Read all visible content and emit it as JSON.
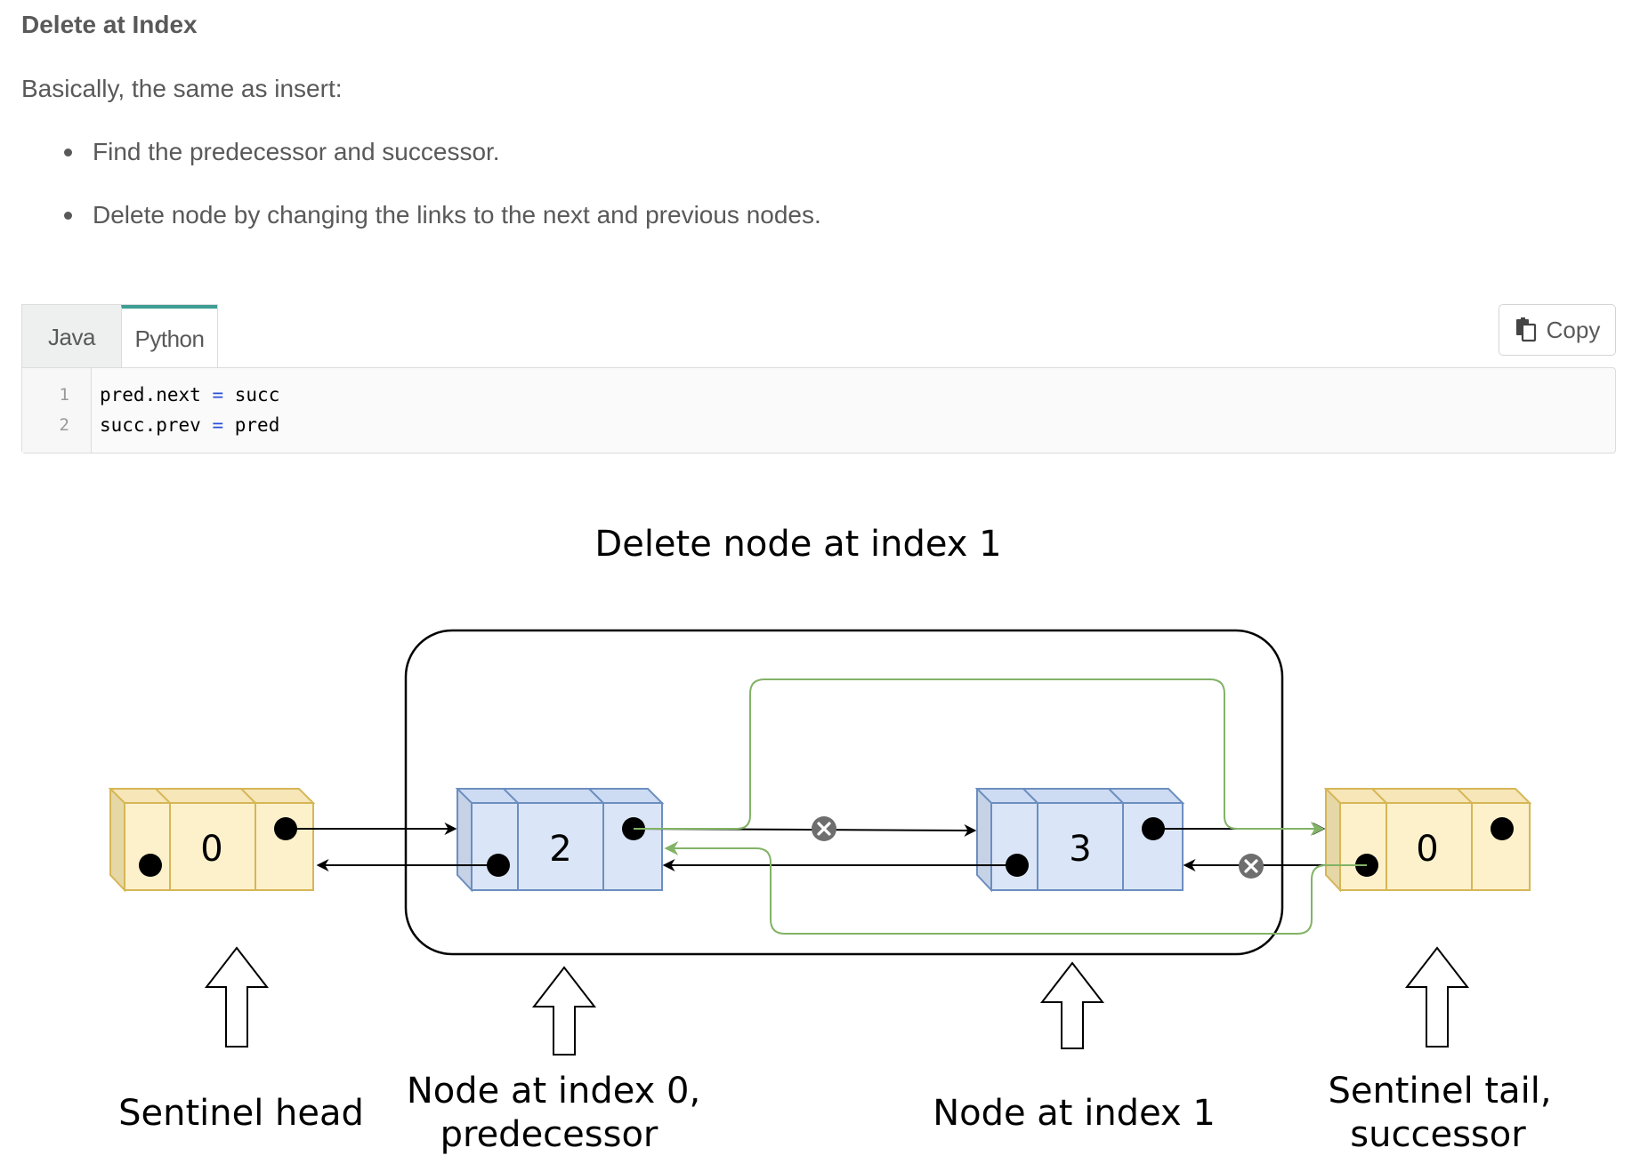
{
  "section": {
    "heading": "Delete at Index",
    "intro": "Basically, the same as insert:",
    "bullets": [
      "Find the predecessor and successor.",
      "Delete node by changing the links to the next and previous nodes."
    ]
  },
  "code_widget": {
    "tabs": [
      "Java",
      "Python"
    ],
    "active_tab": "Python",
    "copy_label": "Copy",
    "line_numbers": [
      "1",
      "2"
    ],
    "lines": [
      {
        "lhs": "pred.next",
        "op": "=",
        "rhs": "succ"
      },
      {
        "lhs": "succ.prev",
        "op": "=",
        "rhs": "pred"
      }
    ]
  },
  "diagram": {
    "title": "Delete node at index 1",
    "nodes": [
      {
        "value": "0",
        "role": "sentinel-head",
        "color": "#fdf1cc"
      },
      {
        "value": "2",
        "role": "predecessor",
        "color": "#dae6f8"
      },
      {
        "value": "3",
        "role": "deleted",
        "color": "#dae6f8"
      },
      {
        "value": "0",
        "role": "sentinel-tail",
        "color": "#fdf1cc"
      }
    ],
    "labels": {
      "head": "Sentinel head",
      "pred_line1": "Node at index 0,",
      "pred_line2": "predecessor",
      "deleted": "Node at index 1",
      "tail_line1": "Sentinel tail,",
      "tail_line2": "successor"
    },
    "colors": {
      "new_link": "#82b366",
      "node_border_blue": "#6c8ebf",
      "node_border_yellow": "#d6b656"
    }
  }
}
